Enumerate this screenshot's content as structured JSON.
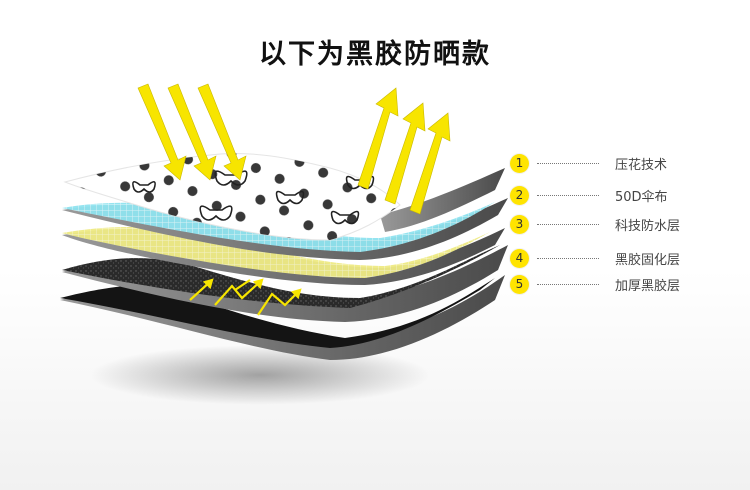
{
  "title": "以下为黑胶防晒款",
  "colors": {
    "sun_yellow": "#f7e500",
    "badge_yellow": "#ffe400",
    "fabric_white": "#ffffff",
    "waterproof_cyan": "#8ee4f0",
    "coating_yellow": "#f2ee8a",
    "black_layer": "#1a1a1a",
    "gray_edge": "#7d7d7d"
  },
  "layers": [
    {
      "num": "1",
      "label": "压花技术"
    },
    {
      "num": "2",
      "label": "50D伞布"
    },
    {
      "num": "3",
      "label": "科技防水层"
    },
    {
      "num": "4",
      "label": "黑胶固化层"
    },
    {
      "num": "5",
      "label": "加厚黑胶层"
    }
  ]
}
